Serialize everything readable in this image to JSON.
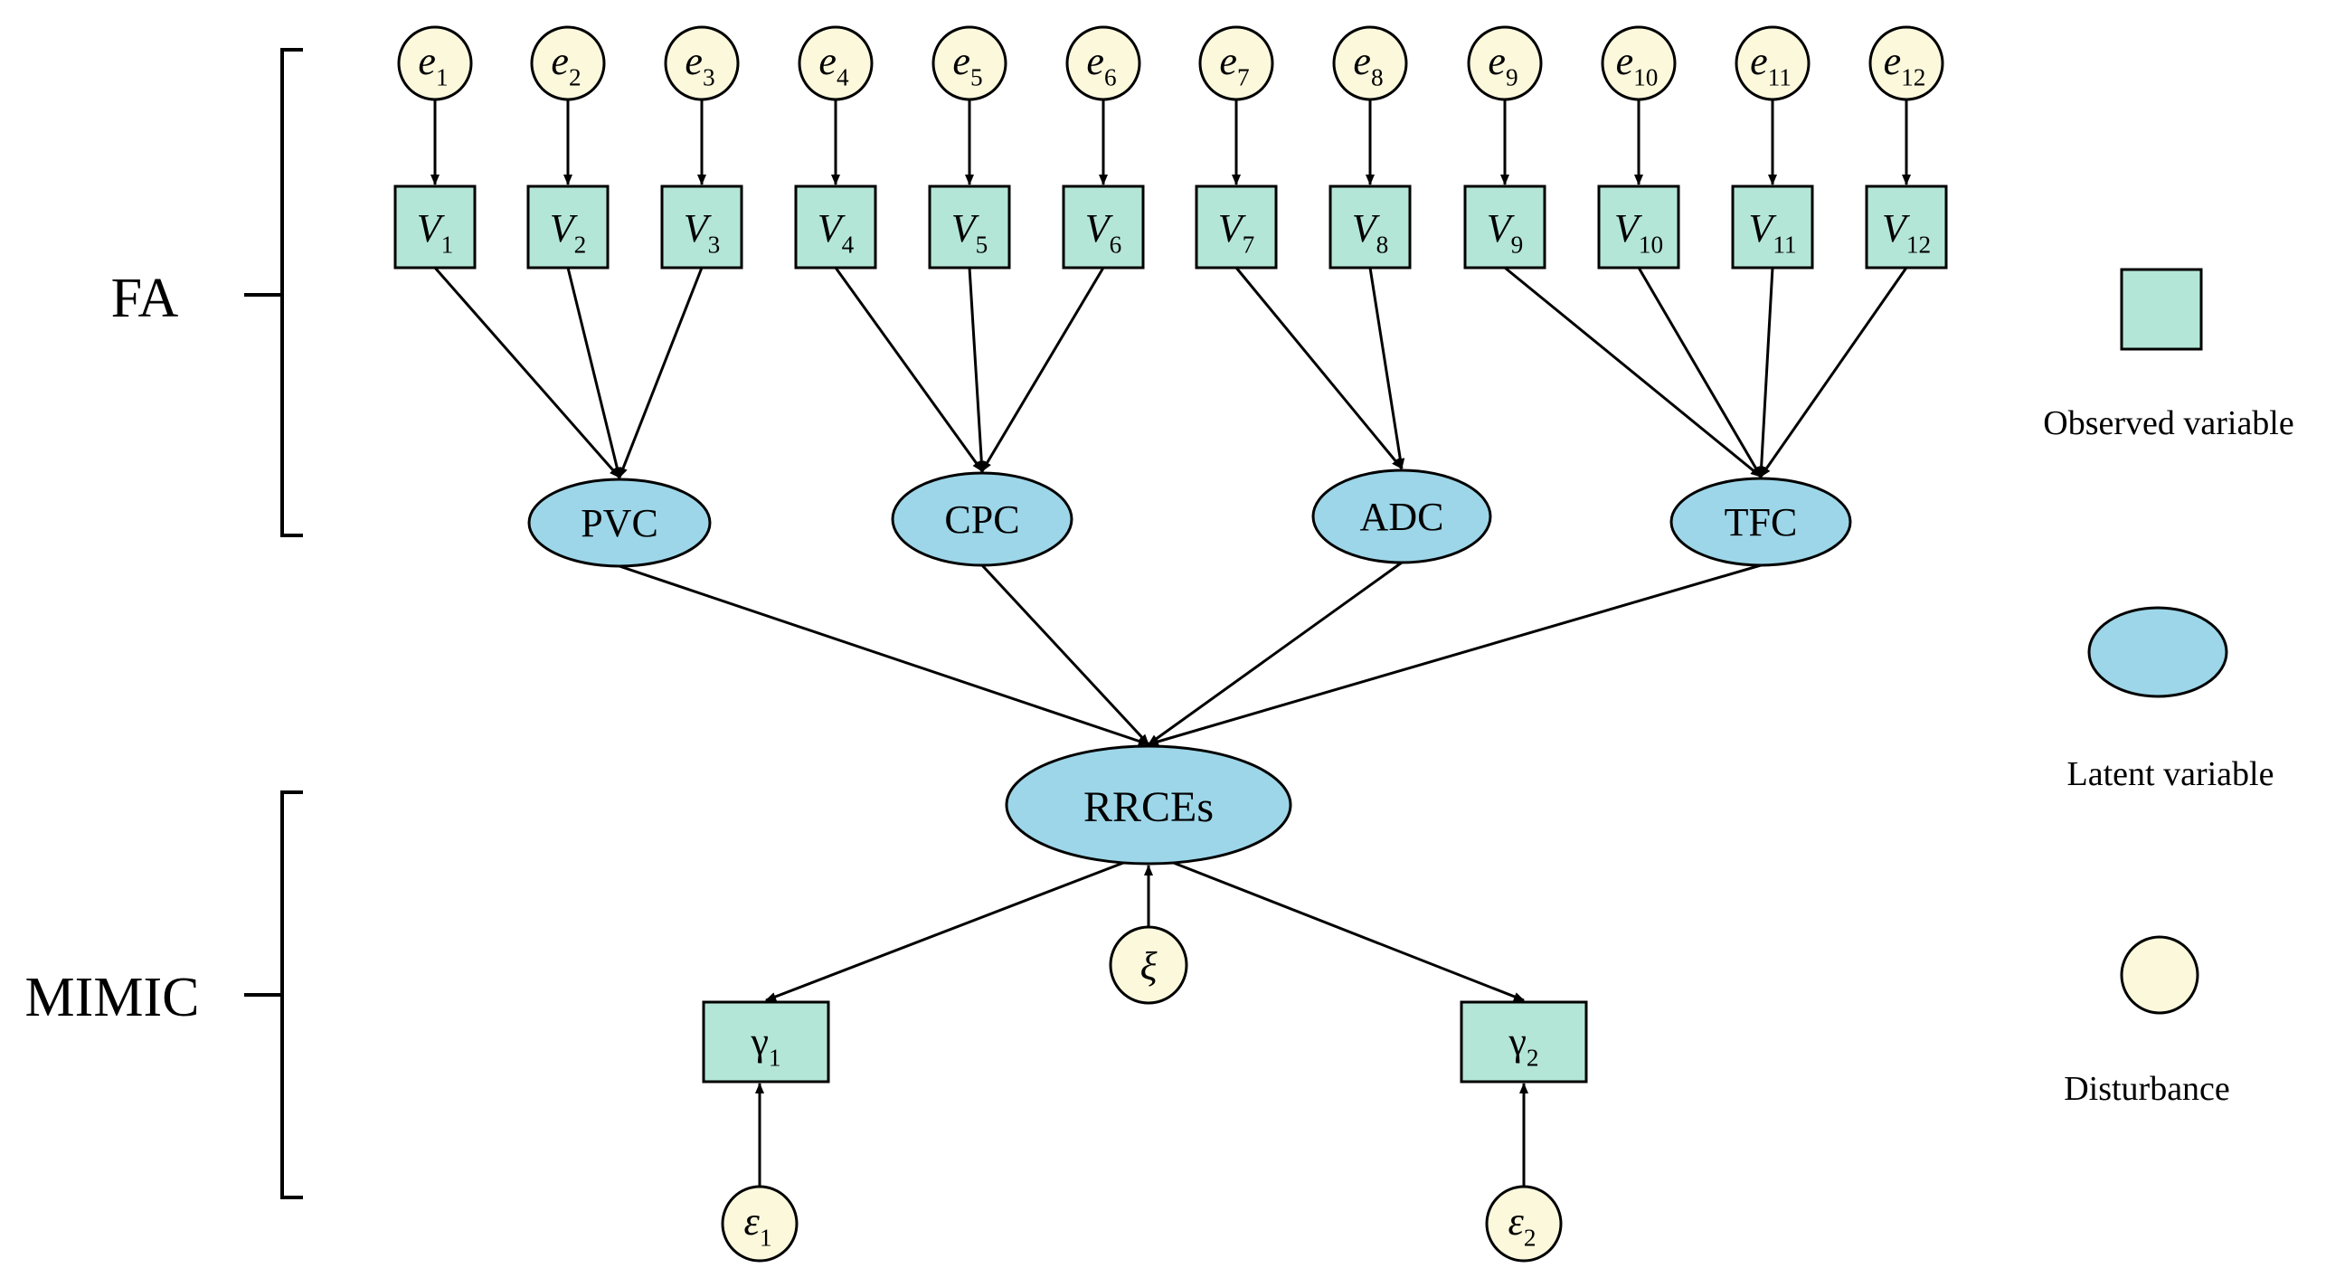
{
  "sections": {
    "fa": "FA",
    "mimic": "MIMIC"
  },
  "errors": [
    {
      "base": "e",
      "sub": "1"
    },
    {
      "base": "e",
      "sub": "2"
    },
    {
      "base": "e",
      "sub": "3"
    },
    {
      "base": "e",
      "sub": "4"
    },
    {
      "base": "e",
      "sub": "5"
    },
    {
      "base": "e",
      "sub": "6"
    },
    {
      "base": "e",
      "sub": "7"
    },
    {
      "base": "e",
      "sub": "8"
    },
    {
      "base": "e",
      "sub": "9"
    },
    {
      "base": "e",
      "sub": "10"
    },
    {
      "base": "e",
      "sub": "11"
    },
    {
      "base": "e",
      "sub": "12"
    }
  ],
  "indicators": [
    {
      "base": "V",
      "sub": "1"
    },
    {
      "base": "V",
      "sub": "2"
    },
    {
      "base": "V",
      "sub": "3"
    },
    {
      "base": "V",
      "sub": "4"
    },
    {
      "base": "V",
      "sub": "5"
    },
    {
      "base": "V",
      "sub": "6"
    },
    {
      "base": "V",
      "sub": "7"
    },
    {
      "base": "V",
      "sub": "8"
    },
    {
      "base": "V",
      "sub": "9"
    },
    {
      "base": "V",
      "sub": "10"
    },
    {
      "base": "V",
      "sub": "11"
    },
    {
      "base": "V",
      "sub": "12"
    }
  ],
  "factors": [
    {
      "label": "PVC",
      "indicators": [
        0,
        1,
        2
      ]
    },
    {
      "label": "CPC",
      "indicators": [
        3,
        4,
        5
      ]
    },
    {
      "label": "ADC",
      "indicators": [
        6,
        7
      ]
    },
    {
      "label": "TFC",
      "indicators": [
        8,
        9,
        10,
        11
      ]
    }
  ],
  "central": {
    "label": "RRCEs"
  },
  "central_disturbance": {
    "label": "ξ"
  },
  "outcomes": [
    {
      "base": "γ",
      "sub": "1"
    },
    {
      "base": "γ",
      "sub": "2"
    }
  ],
  "outcome_errors": [
    {
      "base": "ε",
      "sub": "1"
    },
    {
      "base": "ε",
      "sub": "2"
    }
  ],
  "legend": {
    "observed": "Observed variable",
    "latent": "Latent variable",
    "disturbance": "Disturbance"
  },
  "colors": {
    "observed": "#b4e6d7",
    "latent": "#9dd6e8",
    "disturbance": "#fbf8dc"
  }
}
